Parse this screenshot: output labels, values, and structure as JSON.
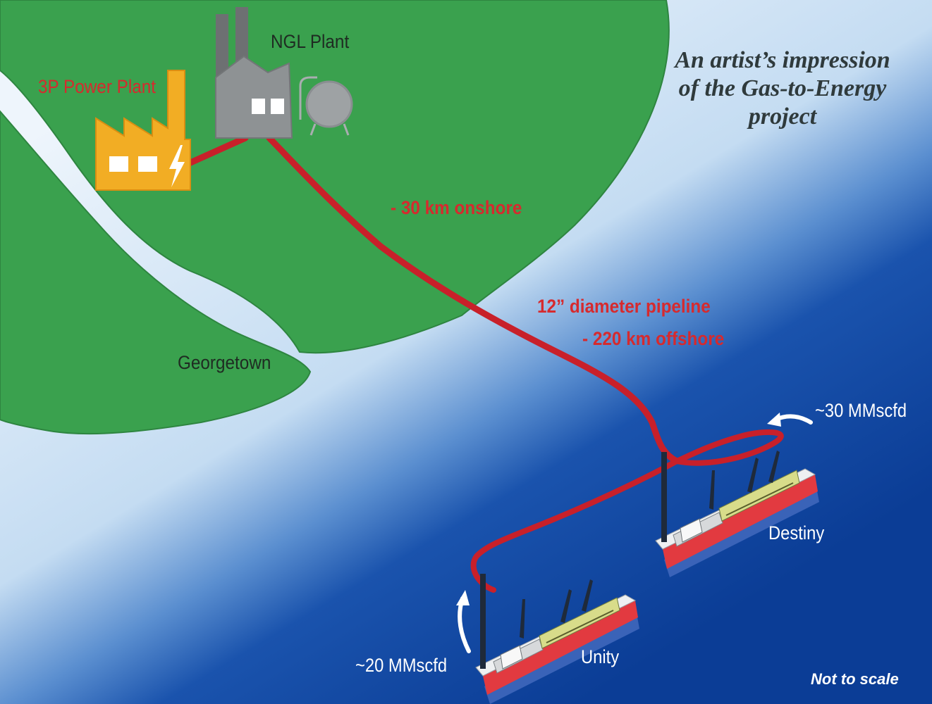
{
  "title": "An artist’s impression of the Gas-to-Energy project",
  "labels": {
    "ngl_plant": "NGL Plant",
    "power_plant": "3P Power Plant",
    "georgetown": "Georgetown",
    "onshore": "- 30 km onshore",
    "pipeline": "12” diameter pipeline",
    "offshore": "- 220 km offshore",
    "destiny_flow": "~30 MMscfd",
    "unity_flow": "~20 MMscfd",
    "destiny": "Destiny",
    "unity": "Unity",
    "not_to_scale": "Not to scale"
  },
  "colors": {
    "land": "#3aa14e",
    "land_outline": "#2d7a3a",
    "sea_light": "#e6f0fa",
    "sea_deep": "#0d44a0",
    "pipeline": "#c8202a",
    "power_plant": "#f2ad24",
    "ngl_plant": "#8e9294",
    "hull": "#e23a40"
  },
  "icons": [
    "power-plant-icon",
    "lightning-icon",
    "ngl-plant-icon",
    "storage-tank-icon",
    "fpso-vessel-icon",
    "flow-arrow-icon"
  ]
}
